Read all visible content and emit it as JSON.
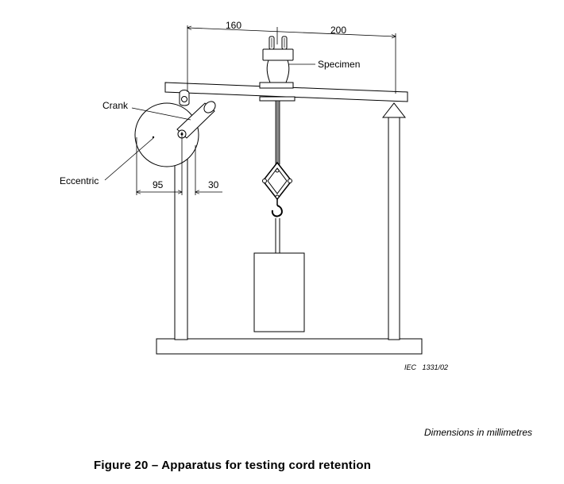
{
  "figure": {
    "labels": {
      "specimen": "Specimen",
      "crank": "Crank",
      "eccentric": "Eccentric"
    },
    "dimensions": {
      "left_span": "160",
      "right_span": "200",
      "eccentric_width": "95",
      "gap": "30"
    },
    "reference": "IEC   1331/02",
    "units_note": "Dimensions in millimetres",
    "caption": "Figure 20 – Apparatus for testing cord retention"
  }
}
